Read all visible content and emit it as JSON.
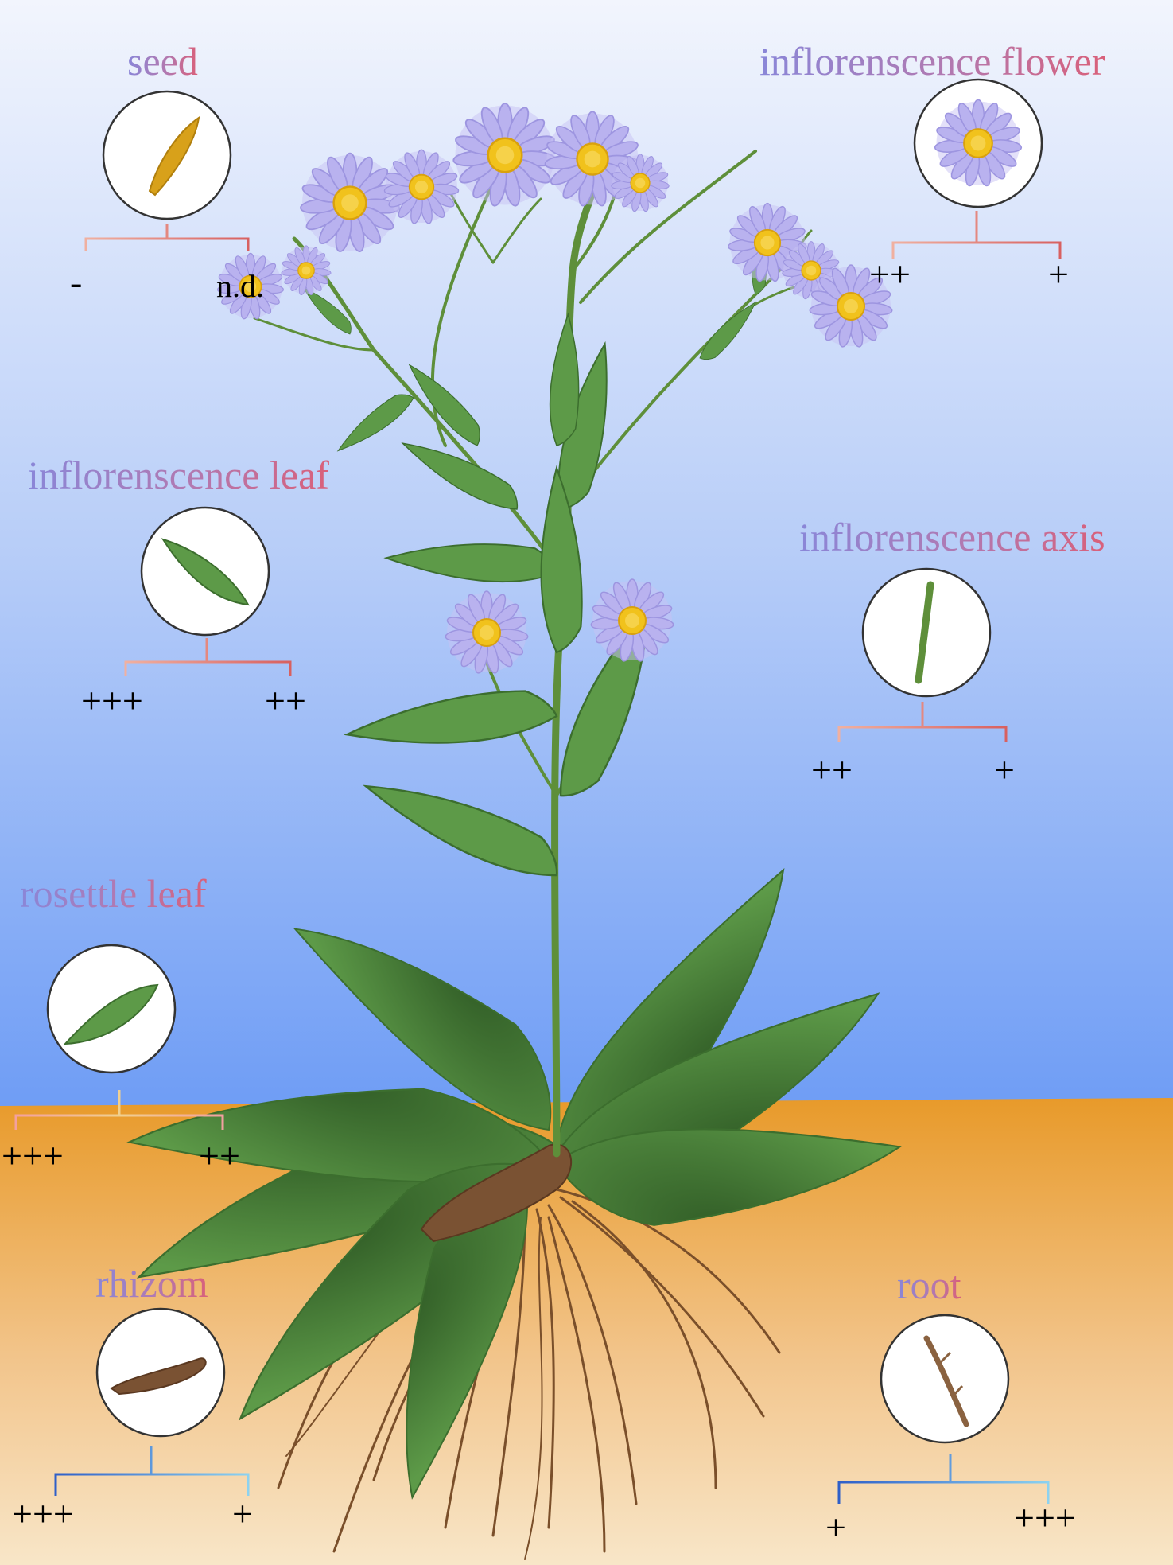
{
  "organs": [
    {
      "id": "seed",
      "title": "seed",
      "left_level": "-",
      "right_level": "n.d.",
      "icon": "seed-icon"
    },
    {
      "id": "flower",
      "title": "inflorenscence flower",
      "left_level": "++",
      "right_level": "+",
      "icon": "flower-icon"
    },
    {
      "id": "infl-leaf",
      "title": "inflorenscence leaf",
      "left_level": "+++",
      "right_level": "++",
      "icon": "leaf-icon"
    },
    {
      "id": "axis",
      "title": "inflorenscence  axis",
      "left_level": "++",
      "right_level": "+",
      "icon": "stem-icon"
    },
    {
      "id": "rosette",
      "title": "rosettle leaf",
      "left_level": "+++",
      "right_level": "++",
      "icon": "leaf-icon"
    },
    {
      "id": "rhizome",
      "title": "rhizom",
      "left_level": "+++",
      "right_level": "+",
      "icon": "rhizome-icon"
    },
    {
      "id": "root",
      "title": "root",
      "left_level": "+",
      "right_level": "+++",
      "icon": "root-icon"
    }
  ],
  "colors": {
    "sky_top": "#f2f5fd",
    "sky_bottom": "#6f9df5",
    "soil_top": "#e89a2a",
    "soil_bottom": "#f8e6c8",
    "leaf": "#4e8a3c",
    "petal": "#b9b2ef",
    "disc": "#f1c21c",
    "bracket_warm": "#e08080",
    "bracket_blue": "#4a8fd8"
  }
}
